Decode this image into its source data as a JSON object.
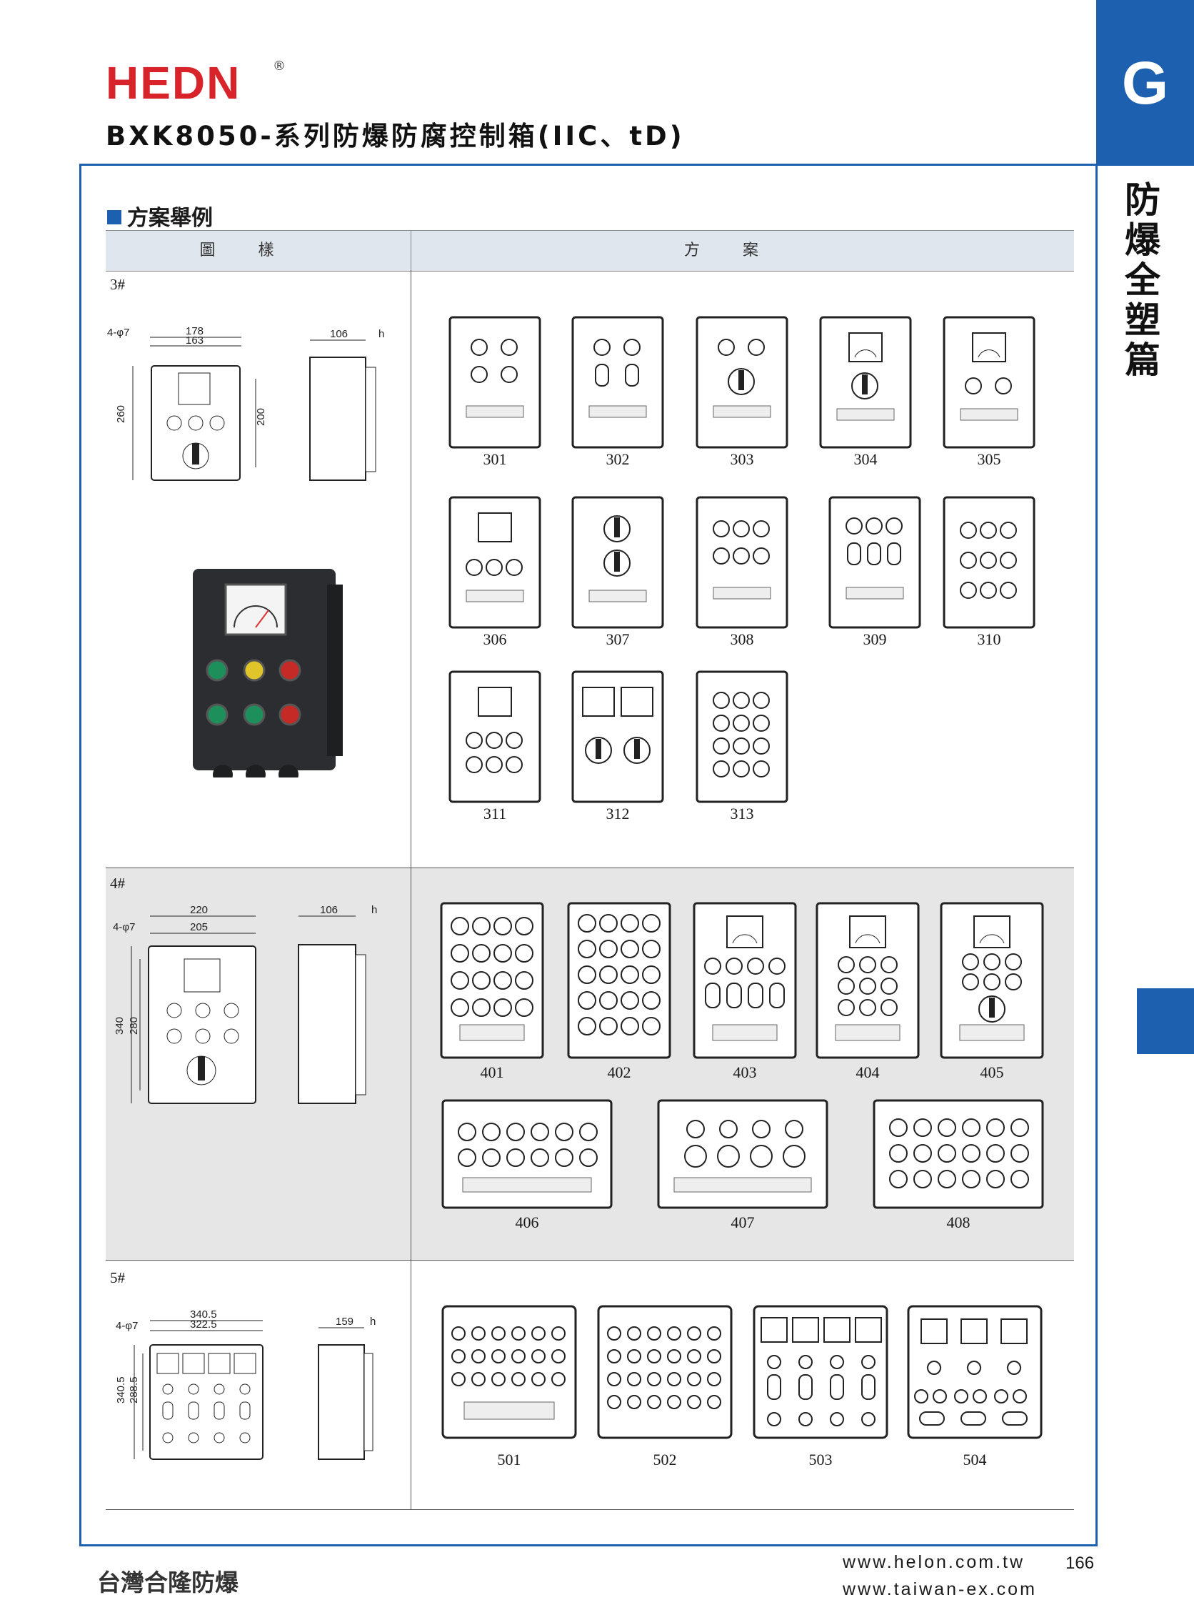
{
  "header": {
    "brand": "HEDN",
    "registered": "®",
    "title": "BXK8050-系列防爆防腐控制箱(IIC、tD)"
  },
  "side": {
    "tab_letter": "G",
    "vertical_title": [
      "防",
      "爆",
      "全",
      "塑",
      "篇"
    ]
  },
  "section": {
    "title": "方案舉例",
    "col_drawing": "圖樣",
    "col_scheme": "方案"
  },
  "groups": [
    {
      "label": "3#",
      "dims": {
        "w1": "178",
        "w2": "163",
        "hole": "4-φ7",
        "h1": "260",
        "h2": "200",
        "depth": "106",
        "h": "h"
      },
      "schemes": [
        "301",
        "302",
        "303",
        "304",
        "305",
        "306",
        "307",
        "308",
        "309",
        "310",
        "311",
        "312",
        "313"
      ]
    },
    {
      "label": "4#",
      "dims": {
        "w1": "220",
        "w2": "205",
        "hole": "4-φ7",
        "h1": "340",
        "h2": "280",
        "depth": "106",
        "h": "h"
      },
      "schemes": [
        "401",
        "402",
        "403",
        "404",
        "405",
        "406",
        "407",
        "408"
      ]
    },
    {
      "label": "5#",
      "dims": {
        "w1": "340.5",
        "w2": "322.5",
        "hole": "4-φ7",
        "h1": "340.5",
        "h2": "288.5",
        "depth": "159",
        "h": "h"
      },
      "schemes": [
        "501",
        "502",
        "503",
        "504"
      ]
    }
  ],
  "footer": {
    "company": "台灣合隆防爆",
    "url1": "www.helon.com.tw",
    "url2": "www.taiwan-ex.com",
    "page": "166"
  }
}
